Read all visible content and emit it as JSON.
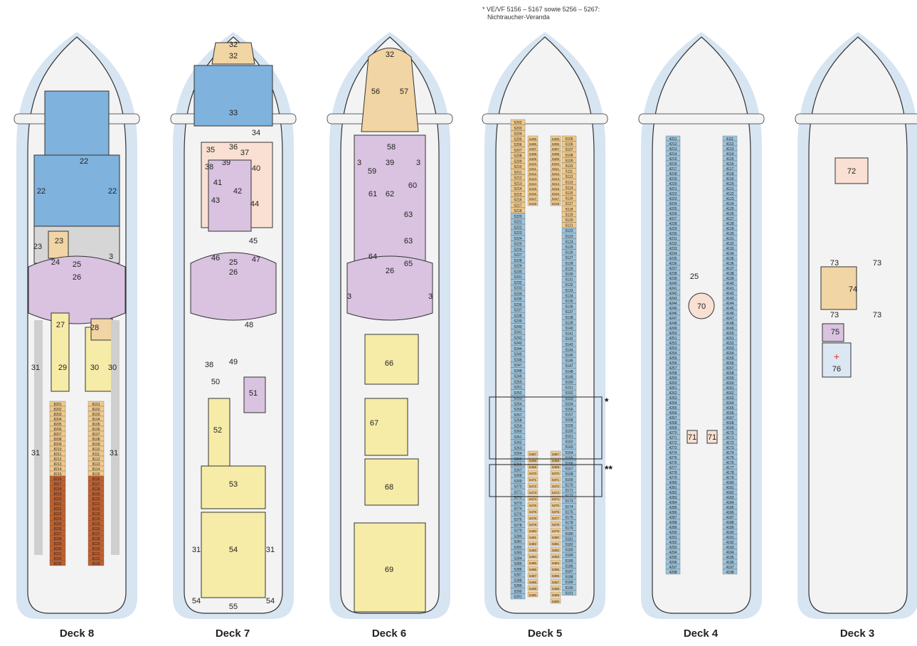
{
  "footnote": {
    "line1": "* VE/VF 5156 – 5167 sowie 5256 – 5267:",
    "line2": "Nichtraucher-Veranda"
  },
  "colors": {
    "hull_blue": "#d7e4f1",
    "deck_grey": "#ebebeb",
    "outline": "#333333",
    "pool_blue": "#7fb2dd",
    "lilac": "#d9c3e0",
    "tan": "#f2d5a4",
    "pale_yellow": "#f6eca8",
    "peach": "#f9e0d3",
    "cabin_outside": "#c1602e",
    "cabin_inside": "#f0c98b",
    "cabin_balcony": "#9dc3da"
  },
  "markers": {
    "star1": "*",
    "star2": "**"
  },
  "decks": [
    {
      "label": "Deck 8",
      "areas": [
        "22",
        "22",
        "22",
        "23",
        "23",
        "24",
        "25",
        "26",
        "27",
        "28",
        "29",
        "30",
        "31",
        "31",
        "3",
        "31",
        "30"
      ],
      "cabins_left": [
        "8201",
        "8202",
        "8203",
        "8204",
        "8205",
        "8206",
        "8207",
        "8208",
        "8209",
        "8210",
        "8211",
        "8212",
        "8213",
        "8214",
        "8215",
        "8216",
        "8217",
        "8218",
        "8219",
        "8220",
        "8221",
        "8222",
        "8223",
        "8224",
        "8225",
        "8226",
        "8227",
        "8228",
        "8229",
        "8230",
        "8231",
        "8232",
        "8233"
      ],
      "cabins_right": [
        "8101",
        "8102",
        "8103",
        "8104",
        "8105",
        "8106",
        "8107",
        "8108",
        "8109",
        "8110",
        "8111",
        "8112",
        "8113",
        "8114",
        "8115",
        "8116",
        "8117",
        "8118",
        "8119",
        "8120",
        "8121",
        "8122",
        "8123",
        "8124",
        "8125",
        "8126",
        "8127",
        "8128",
        "8129",
        "8130",
        "8131",
        "8132",
        "8133"
      ]
    },
    {
      "label": "Deck 7",
      "areas": [
        "32",
        "32",
        "33",
        "34",
        "35",
        "36",
        "37",
        "38",
        "39",
        "40",
        "41",
        "42",
        "43",
        "44",
        "45",
        "46",
        "47",
        "25",
        "26",
        "48",
        "49",
        "38",
        "50",
        "51",
        "52",
        "53",
        "54",
        "31",
        "31",
        "54",
        "54",
        "55"
      ]
    },
    {
      "label": "Deck 6",
      "areas": [
        "32",
        "56",
        "57",
        "58",
        "59",
        "39",
        "3",
        "3",
        "60",
        "61",
        "62",
        "63",
        "63",
        "64",
        "65",
        "26",
        "66",
        "67",
        "68",
        "69",
        "3",
        "3"
      ]
    },
    {
      "label": "Deck 5",
      "cabins_left": [
        "5202",
        "5203",
        "5204",
        "5205",
        "5206",
        "5207",
        "5208",
        "5209",
        "5210",
        "5211",
        "5212",
        "5213",
        "5214",
        "5215",
        "5216",
        "5217",
        "5218",
        "5220",
        "5221",
        "5222",
        "5223",
        "5224",
        "5225",
        "5226",
        "5227",
        "5228",
        "5229",
        "5230",
        "5231",
        "5232",
        "5233",
        "5234",
        "5235",
        "5236",
        "5237",
        "5238",
        "5239",
        "5240",
        "5241",
        "5242",
        "5243",
        "5244",
        "5245",
        "5246",
        "5247",
        "5248",
        "5249",
        "5250",
        "5251",
        "5252",
        "5253",
        "5254",
        "5256",
        "5257",
        "5258",
        "5259",
        "5260",
        "5261",
        "5262",
        "5263",
        "5264",
        "5265",
        "5266",
        "5267",
        "5268",
        "5269",
        "5270",
        "5271",
        "5272",
        "5273",
        "5274",
        "5275",
        "5276",
        "5278",
        "5279",
        "5280",
        "5281",
        "5282",
        "5283",
        "5284",
        "5285",
        "5286",
        "5287",
        "5288",
        "5289",
        "5290",
        "5291"
      ],
      "cabins_right": [
        "5105",
        "5106",
        "5107",
        "5108",
        "5109",
        "5110",
        "5111",
        "5112",
        "5113",
        "5114",
        "5115",
        "5116",
        "5117",
        "5118",
        "5119",
        "5120",
        "5121",
        "5122",
        "5123",
        "5124",
        "5125",
        "5126",
        "5127",
        "5128",
        "5129",
        "5130",
        "5131",
        "5132",
        "5133",
        "5134",
        "5135",
        "5136",
        "5137",
        "5138",
        "5139",
        "5140",
        "5141",
        "5142",
        "5143",
        "5144",
        "5145",
        "5146",
        "5147",
        "5148",
        "5149",
        "5150",
        "5151",
        "5152",
        "5153",
        "5154",
        "5156",
        "5157",
        "5158",
        "5159",
        "5160",
        "5161",
        "5162",
        "5163",
        "5164",
        "5165",
        "5166",
        "5167",
        "5168",
        "5169",
        "5170",
        "5171",
        "5172",
        "5173",
        "5174",
        "5175",
        "5176",
        "5178",
        "5179",
        "5180",
        "5181",
        "5182",
        "5183",
        "5184",
        "5185",
        "5186",
        "5187",
        "5188",
        "5189",
        "5190",
        "5191"
      ],
      "cabins_inner_left": [
        "5405",
        "5406",
        "5407",
        "5408",
        "5409",
        "5410",
        "5411",
        "5412",
        "5413",
        "5414",
        "5415",
        "5416",
        "5417",
        "5418",
        "5467",
        "5468",
        "5469",
        "5470",
        "5471",
        "5472",
        "5473",
        "5474",
        "5475",
        "5476",
        "5478",
        "5479",
        "5480",
        "5481",
        "5482",
        "5483",
        "5484",
        "5485",
        "5486",
        "5487",
        "5488",
        "5489",
        "5490"
      ],
      "cabins_inner_right": [
        "5305",
        "5306",
        "5307",
        "5308",
        "5309",
        "5310",
        "5311",
        "5312",
        "5313",
        "5314",
        "5315",
        "5316",
        "5317",
        "5318",
        "5367",
        "5368",
        "5369",
        "5370",
        "5371",
        "5372",
        "5373",
        "5374",
        "5375",
        "5376",
        "5377",
        "5378",
        "5379",
        "5380",
        "5381",
        "5382",
        "5383",
        "5384",
        "5385",
        "5386",
        "5387",
        "5388",
        "5389",
        "5390"
      ]
    },
    {
      "label": "Deck 4",
      "areas": [
        "25",
        "70",
        "71",
        "71"
      ],
      "cabins_left": [
        "4211",
        "4212",
        "4213",
        "4214",
        "4215",
        "4216",
        "4217",
        "4218",
        "4219",
        "4220",
        "4221",
        "4222",
        "4223",
        "4224",
        "4225",
        "4226",
        "4227",
        "4228",
        "4229",
        "4230",
        "4231",
        "4232",
        "4233",
        "4234",
        "4235",
        "4236",
        "4237",
        "4238",
        "4239",
        "4240",
        "4241",
        "4242",
        "4243",
        "4244",
        "4245",
        "4246",
        "4247",
        "4248",
        "4249",
        "4250",
        "4251",
        "4252",
        "4253",
        "4254",
        "4255",
        "4256",
        "4257",
        "4258",
        "4259",
        "4260",
        "4261",
        "4262",
        "4263",
        "4264",
        "4265",
        "4266",
        "4267",
        "4268",
        "4269",
        "4270",
        "4271",
        "4272",
        "4273",
        "4274",
        "4275",
        "4276",
        "4277",
        "4278",
        "4279",
        "4280",
        "4281",
        "4282",
        "4283",
        "4284",
        "4285",
        "4286",
        "4287",
        "4288",
        "4289",
        "4290",
        "4291",
        "4292",
        "4293",
        "4294",
        "4295",
        "4296",
        "4297",
        "4298"
      ],
      "cabins_right": [
        "4111",
        "4112",
        "4113",
        "4114",
        "4115",
        "4116",
        "4117",
        "4118",
        "4119",
        "4120",
        "4121",
        "4122",
        "4123",
        "4124",
        "4125",
        "4126",
        "4127",
        "4128",
        "4129",
        "4130",
        "4131",
        "4132",
        "4133",
        "4134",
        "4135",
        "4136",
        "4137",
        "4138",
        "4139",
        "4140",
        "4141",
        "4142",
        "4143",
        "4144",
        "4145",
        "4146",
        "4147",
        "4148",
        "4149",
        "4150",
        "4151",
        "4152",
        "4153",
        "4154",
        "4155",
        "4156",
        "4157",
        "4158",
        "4159",
        "4160",
        "4161",
        "4162",
        "4163",
        "4164",
        "4165",
        "4166",
        "4167",
        "4168",
        "4169",
        "4170",
        "4171",
        "4172",
        "4173",
        "4174",
        "4175",
        "4176",
        "4177",
        "4178",
        "4179",
        "4180",
        "4181",
        "4182",
        "4183",
        "4184",
        "4185",
        "4186",
        "4187",
        "4188",
        "4189",
        "4190",
        "4191",
        "4192",
        "4193",
        "4194",
        "4195",
        "4196",
        "4197",
        "4198"
      ]
    },
    {
      "label": "Deck 3",
      "areas": [
        "72",
        "73",
        "73",
        "74",
        "73",
        "73",
        "75",
        "76"
      ]
    }
  ]
}
